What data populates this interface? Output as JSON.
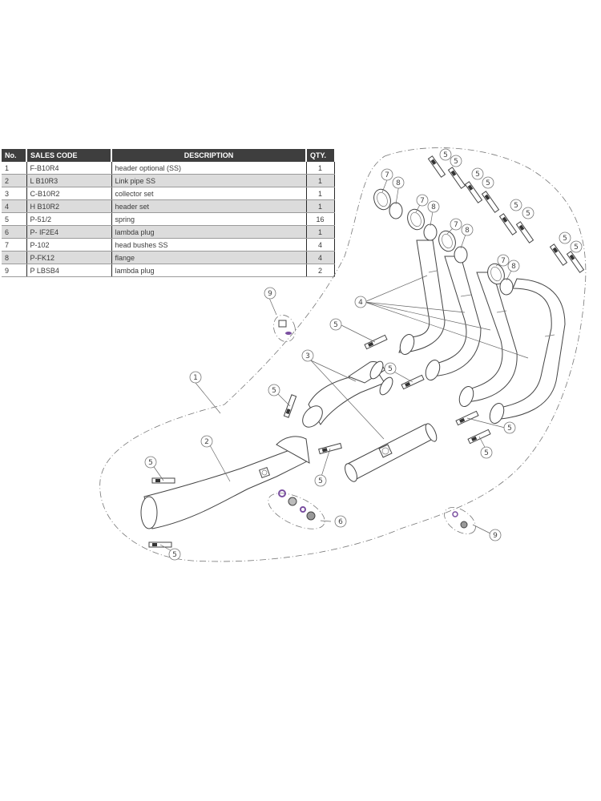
{
  "parts_table": {
    "headers": {
      "no": "No.",
      "sales_code": "SALES CODE",
      "description": "DESCRIPTION",
      "qty": "QTY."
    },
    "rows": [
      {
        "no": "1",
        "code": "F-B10R4",
        "description": "header optional (SS)",
        "qty": "1"
      },
      {
        "no": "2",
        "code": "L B10R3",
        "description": "Link pipe SS",
        "qty": "1"
      },
      {
        "no": "3",
        "code": "C-B10R2",
        "description": "collector set",
        "qty": "1"
      },
      {
        "no": "4",
        "code": "H B10R2",
        "description": "header set",
        "qty": "1"
      },
      {
        "no": "5",
        "code": "P-51/2",
        "description": "spring",
        "qty": "16"
      },
      {
        "no": "6",
        "code": "P- IF2E4",
        "description": "lambda plug",
        "qty": "1"
      },
      {
        "no": "7",
        "code": "P-102",
        "description": "head bushes SS",
        "qty": "4"
      },
      {
        "no": "8",
        "code": "P-FK12",
        "description": "flange",
        "qty": "4"
      },
      {
        "no": "9",
        "code": "P LBSB4",
        "description": "lambda plug",
        "qty": "2"
      }
    ]
  },
  "diagram": {
    "callouts": {
      "c1": "1",
      "c2": "2",
      "c3": "3",
      "c4": "4",
      "c5": "5",
      "c6": "6",
      "c7": "7",
      "c8": "8",
      "c9": "9"
    },
    "accent_color": "#7a4fa0"
  }
}
